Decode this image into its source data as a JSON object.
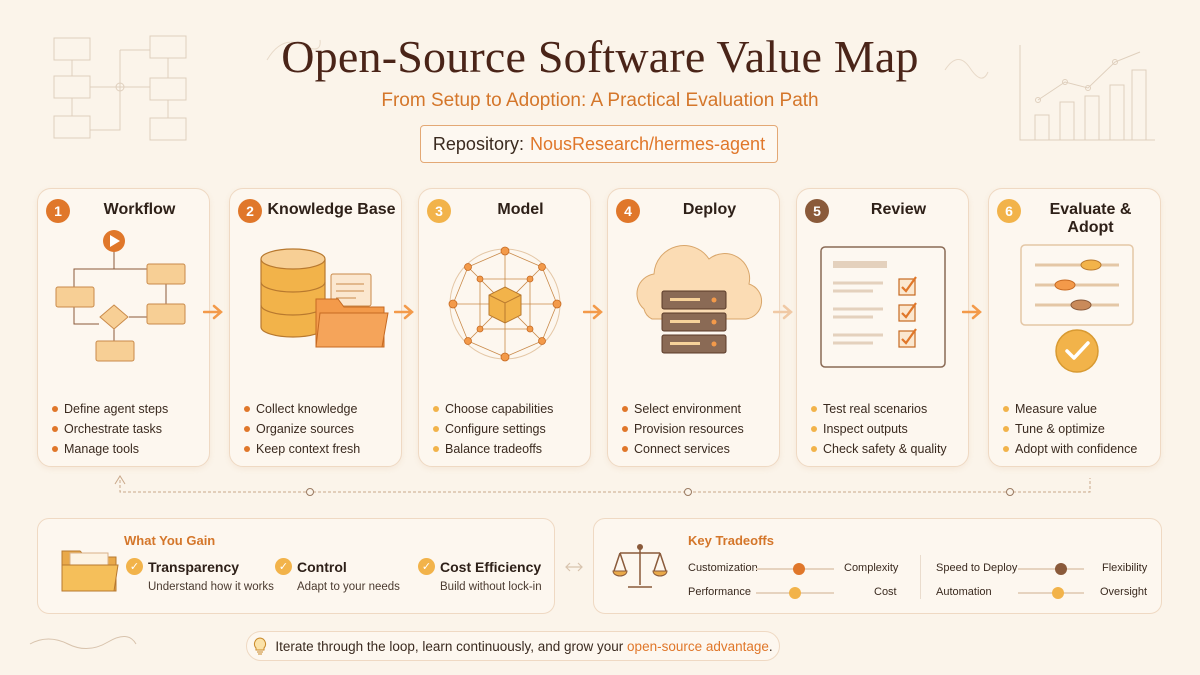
{
  "header": {
    "title": "Open-Source Software Value Map",
    "subtitle": "From Setup to Adoption: A Practical Evaluation Path",
    "repo_label": "Repository:",
    "repo_value": "NousResearch/hermes-agent"
  },
  "steps": [
    {
      "number": "1",
      "title": "Workflow",
      "color": "#e0772a",
      "bullets": [
        "Define agent steps",
        "Orchestrate tasks",
        "Manage tools"
      ]
    },
    {
      "number": "2",
      "title": "Knowledge Base",
      "color": "#e0772a",
      "bullets": [
        "Collect knowledge",
        "Organize sources",
        "Keep context fresh"
      ]
    },
    {
      "number": "3",
      "title": "Model",
      "color": "#f2b34a",
      "bullets": [
        "Choose capabilities",
        "Configure settings",
        "Balance tradeoffs"
      ]
    },
    {
      "number": "4",
      "title": "Deploy",
      "color": "#e0772a",
      "bullets": [
        "Select environment",
        "Provision resources",
        "Connect services"
      ]
    },
    {
      "number": "5",
      "title": "Review",
      "color": "#8a5a3a",
      "bullets": [
        "Test real scenarios",
        "Inspect outputs",
        "Check safety & quality"
      ]
    },
    {
      "number": "6",
      "title": "Evaluate & Adopt",
      "color": "#f2b34a",
      "bullets": [
        "Measure value",
        "Tune & optimize",
        "Adopt with confidence"
      ]
    }
  ],
  "gains": {
    "title": "What You Gain",
    "items": [
      {
        "title": "Transparency",
        "desc": "Understand how it works"
      },
      {
        "title": "Control",
        "desc": "Adapt to your needs"
      },
      {
        "title": "Cost Efficiency",
        "desc": "Build without lock-in"
      }
    ]
  },
  "tradeoffs": {
    "title": "Key Tradeoffs",
    "items": [
      {
        "left": "Customization",
        "right": "Complexity",
        "level": 0.55,
        "color": "#e0772a"
      },
      {
        "left": "Performance",
        "right": "Cost",
        "level": 0.5,
        "color": "#f2b34a"
      },
      {
        "left": "Speed to Deploy",
        "right": "Flexibility",
        "level": 0.65,
        "color": "#8a5a3a"
      },
      {
        "left": "Automation",
        "right": "Oversight",
        "level": 0.6,
        "color": "#f2b34a"
      }
    ]
  },
  "footer": {
    "text": "Iterate through the loop, learn continuously, and grow your",
    "highlight": "open-source advantage",
    "end": "."
  }
}
